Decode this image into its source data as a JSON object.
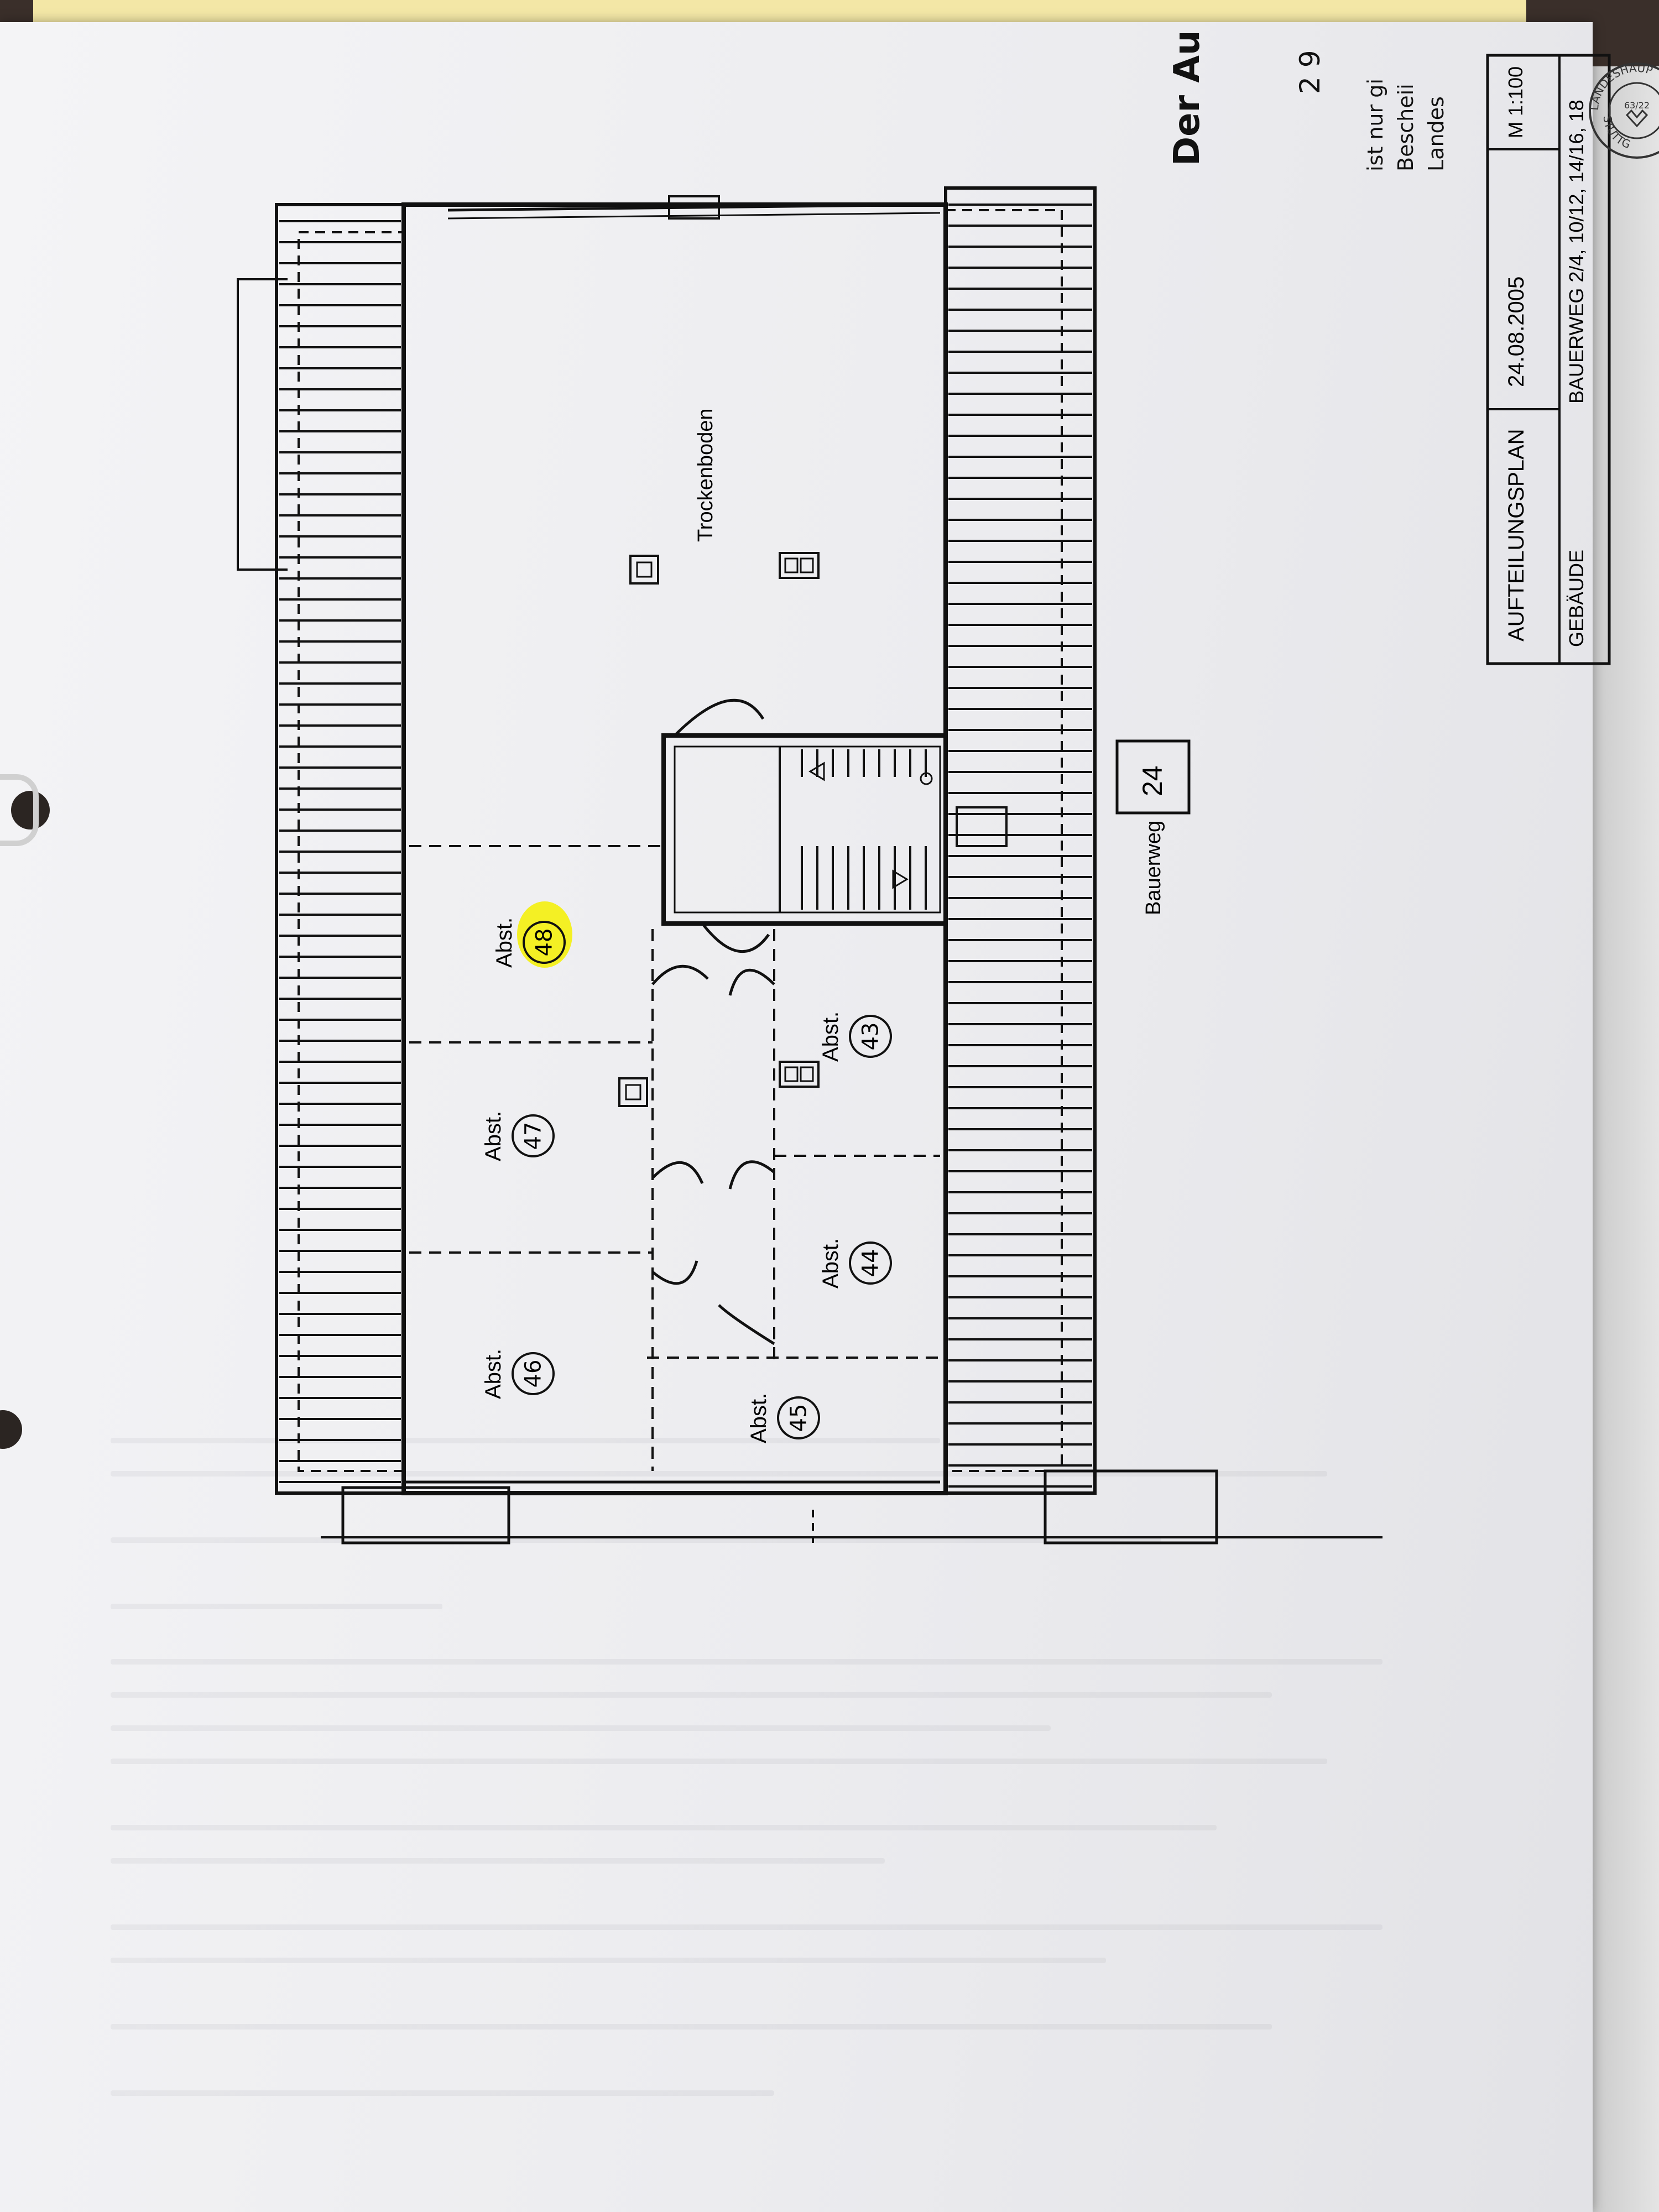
{
  "document": {
    "header_title": "Der Au",
    "header_number": "2 9",
    "side_text_lines": [
      "ist nur gi",
      "Bescheii",
      "Landes"
    ],
    "stamp": {
      "top_text": "LANDESHAUP",
      "code": "63/22",
      "bottom_text": "STUTTG"
    },
    "plan": {
      "rooms": [
        {
          "abbr": "Abst.",
          "number": "43"
        },
        {
          "abbr": "Abst.",
          "number": "44"
        },
        {
          "abbr": "Abst.",
          "number": "45"
        },
        {
          "abbr": "Abst.",
          "number": "46"
        },
        {
          "abbr": "Abst.",
          "number": "47"
        },
        {
          "abbr": "Abst.",
          "number": "48"
        }
      ],
      "drying_attic": "Trockenboden",
      "street_name": "Bauerweg",
      "house_number": "24",
      "highlight_color": "#f5f000"
    },
    "title_block": {
      "plan_title": "AUFTEILUNGSPLAN",
      "date": "24.08.2005",
      "scale": "M 1:100",
      "address_line": "BAUERWEG 2/4, 10/12, 14/16, 18",
      "building_label": "GEBÄUDE"
    }
  }
}
